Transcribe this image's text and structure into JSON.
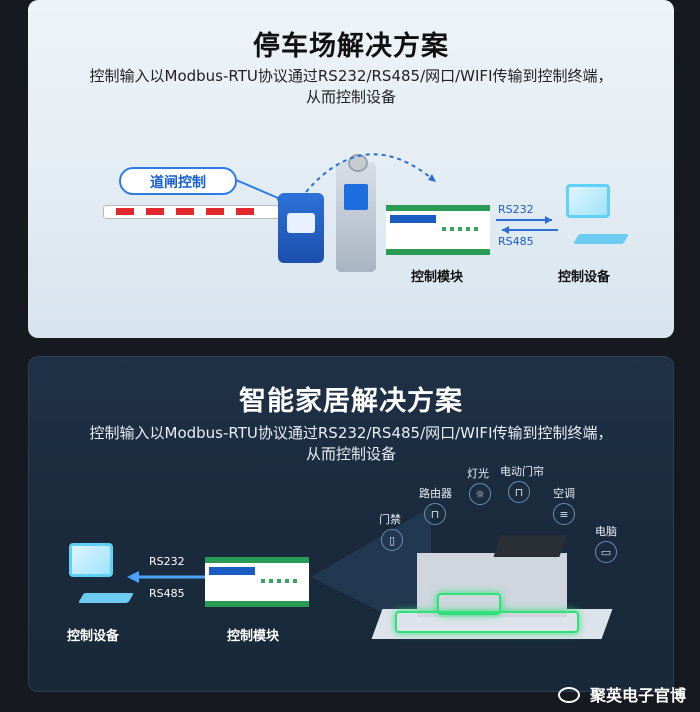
{
  "parking": {
    "title": "停车场解决方案",
    "desc_line1": "控制输入以Modbus-RTU协议通过RS232/RS485/网口/WIFI传输到控制终端，",
    "desc_line2": "从而控制设备",
    "gate_label": "道闸控制",
    "rs232": "RS232",
    "rs485": "RS485",
    "module_label": "控制模块",
    "device_label": "控制设备"
  },
  "smarthome": {
    "title": "智能家居解决方案",
    "desc_line1": "控制输入以Modbus-RTU协议通过RS232/RS485/网口/WIFI传输到控制终端，",
    "desc_line2": "从而控制设备",
    "rs232": "RS232",
    "rs485": "RS485",
    "module_label": "控制模块",
    "device_label": "控制设备",
    "icons": {
      "door": "门禁",
      "router": "路由器",
      "light": "灯光",
      "curtain": "电动门帘",
      "ac": "空调",
      "tv": "电脑"
    }
  },
  "watermark": "聚英电子官博"
}
